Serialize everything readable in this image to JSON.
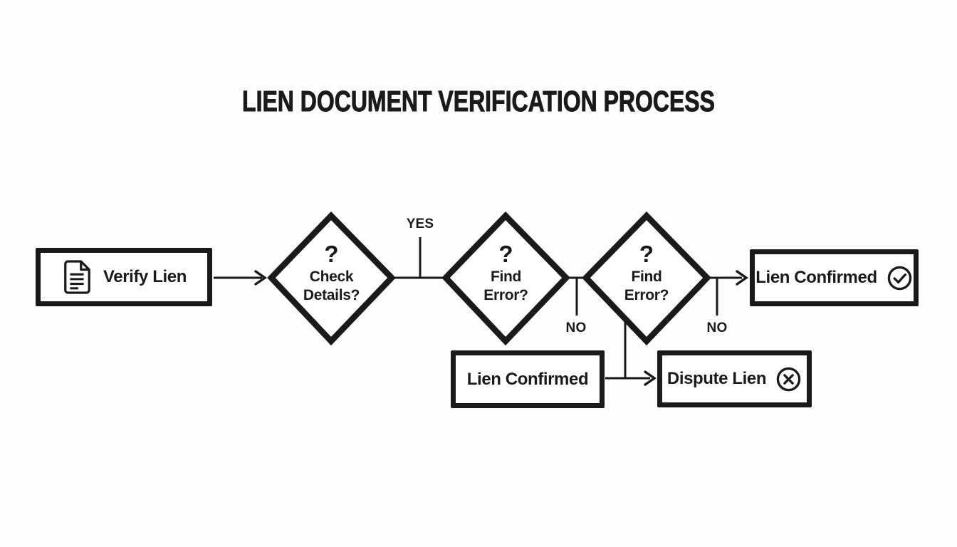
{
  "title": "LIEN DOCUMENT VERIFICATION PROCESS",
  "colors": {
    "ink": "#1a1a1a",
    "bg": "#fdfdfd"
  },
  "nodes": {
    "verify_lien": {
      "label": "Verify Lien",
      "icon": "document-icon"
    },
    "check_details": {
      "question_mark": "?",
      "label_lines": [
        "Check",
        "Details?"
      ]
    },
    "find_error_1": {
      "question_mark": "?",
      "label_lines": [
        "Find",
        "Error?"
      ]
    },
    "find_error_2": {
      "question_mark": "?",
      "label_lines": [
        "Find",
        "Error?"
      ]
    },
    "lien_confirmed_right": {
      "label": "Lien Confirmed",
      "icon": "check-circle-icon"
    },
    "lien_confirmed_bottom": {
      "label": "Lien Confirmed"
    },
    "dispute_lien": {
      "label": "Dispute Lien",
      "icon": "x-circle-icon"
    }
  },
  "edge_labels": {
    "yes": "YES",
    "no_first": "NO",
    "no_second": "NO"
  }
}
